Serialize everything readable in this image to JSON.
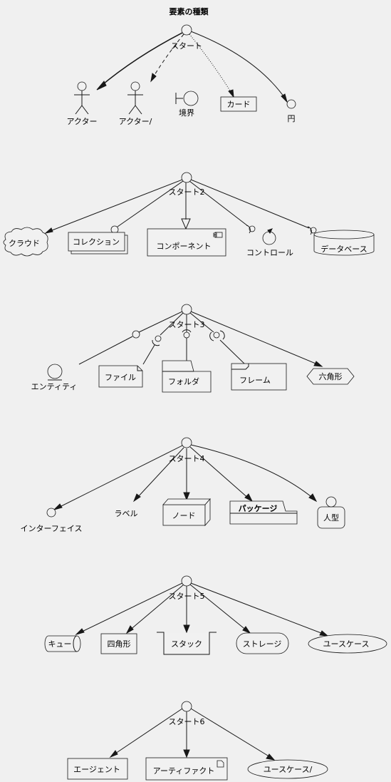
{
  "title": "要素の種類",
  "group1": {
    "start": "スタート",
    "actor": "アクター",
    "actor_alt": "アクター/",
    "boundary": "境界",
    "card": "カード",
    "circle": "円"
  },
  "group2": {
    "start": "スタート2",
    "cloud": "クラウド",
    "collections": "コレクション",
    "component": "コンポーネント",
    "control": "コントロール",
    "database": "データベース"
  },
  "group3": {
    "start": "スタート3",
    "entity": "エンティティ",
    "file": "ファイル",
    "folder": "フォルダ",
    "frame": "フレーム",
    "hexagon": "六角形"
  },
  "group4": {
    "start": "スタート4",
    "interface": "インターフェイス",
    "label": "ラベル",
    "node": "ノード",
    "package": "パッケージ",
    "person": "人型"
  },
  "group5": {
    "start": "スタート5",
    "queue": "キュー",
    "rectangle": "四角形",
    "stack": "スタック",
    "storage": "ストレージ",
    "usecase": "ユースケース"
  },
  "group6": {
    "start": "スタート6",
    "agent": "エージェント",
    "artifact": "アーティファクト",
    "usecase_alt": "ユースケース/"
  },
  "colors": {
    "background": "#f0f0f0",
    "fill": "#f1f1f1",
    "line": "#181818"
  }
}
